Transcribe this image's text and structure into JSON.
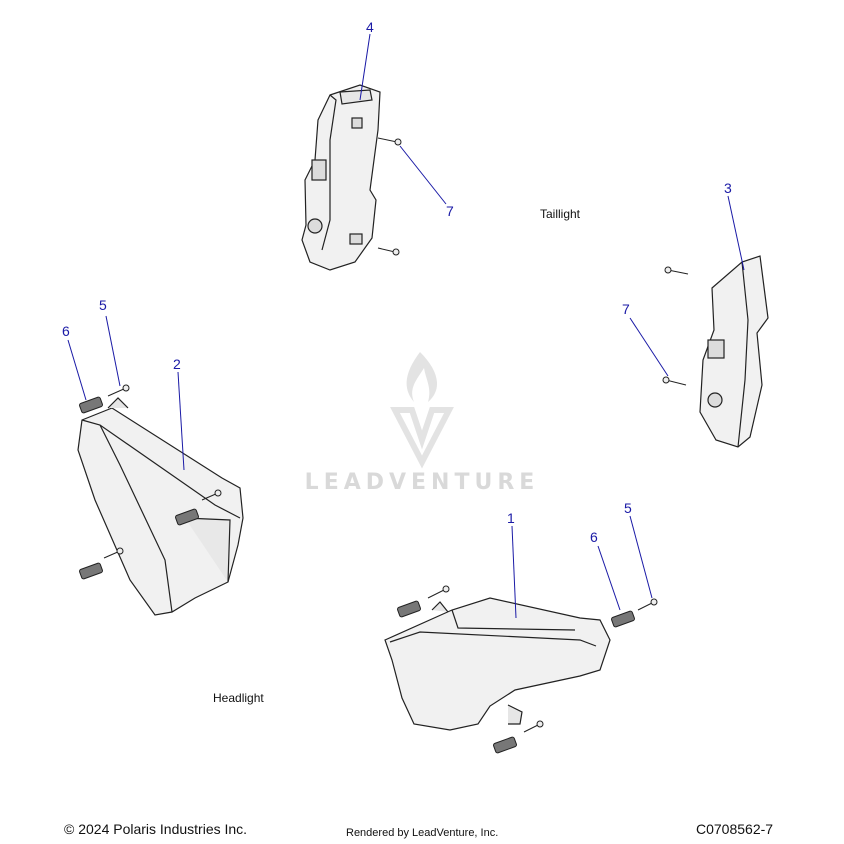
{
  "callouts": {
    "c4": "4",
    "c7a": "7",
    "c3": "3",
    "c7b": "7",
    "c5a": "5",
    "c6a": "6",
    "c2": "2",
    "c1": "1",
    "c6b": "6",
    "c5b": "5"
  },
  "labels": {
    "taillight": "Taillight",
    "headlight": "Headlight"
  },
  "watermark": {
    "text": "LEADVENTURE"
  },
  "footer": {
    "copyright": "© 2024 Polaris Industries Inc.",
    "rendered": "Rendered by LeadVenture, Inc.",
    "code": "C0708562-7"
  },
  "colors": {
    "callout": "#1a1aa6",
    "part_fill": "#f1f1f1",
    "outline": "#222222"
  }
}
